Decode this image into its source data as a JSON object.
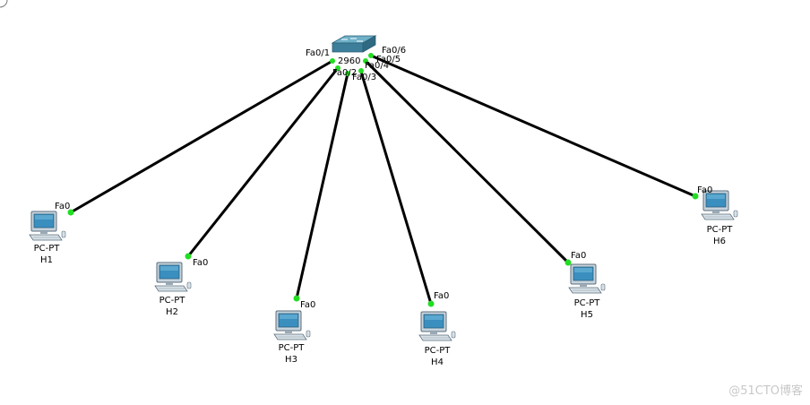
{
  "switch": {
    "label": "2960",
    "ports": [
      "Fa0/1",
      "Fa0/2",
      "Fa0/3",
      "Fa0/4",
      "Fa0/5",
      "Fa0/6"
    ]
  },
  "hosts": [
    {
      "type": "PC-PT",
      "name": "H1",
      "port": "Fa0"
    },
    {
      "type": "PC-PT",
      "name": "H2",
      "port": "Fa0"
    },
    {
      "type": "PC-PT",
      "name": "H3",
      "port": "Fa0"
    },
    {
      "type": "PC-PT",
      "name": "H4",
      "port": "Fa0"
    },
    {
      "type": "PC-PT",
      "name": "H5",
      "port": "Fa0"
    },
    {
      "type": "PC-PT",
      "name": "H6",
      "port": "Fa0"
    }
  ],
  "colors": {
    "link": "#000000",
    "link_up": "#22dd22",
    "switch_body": "#3d7f9a",
    "pc_body": "#c7d3dc",
    "pc_screen": "#3a8fbf"
  },
  "watermark": "@51CTO博客"
}
